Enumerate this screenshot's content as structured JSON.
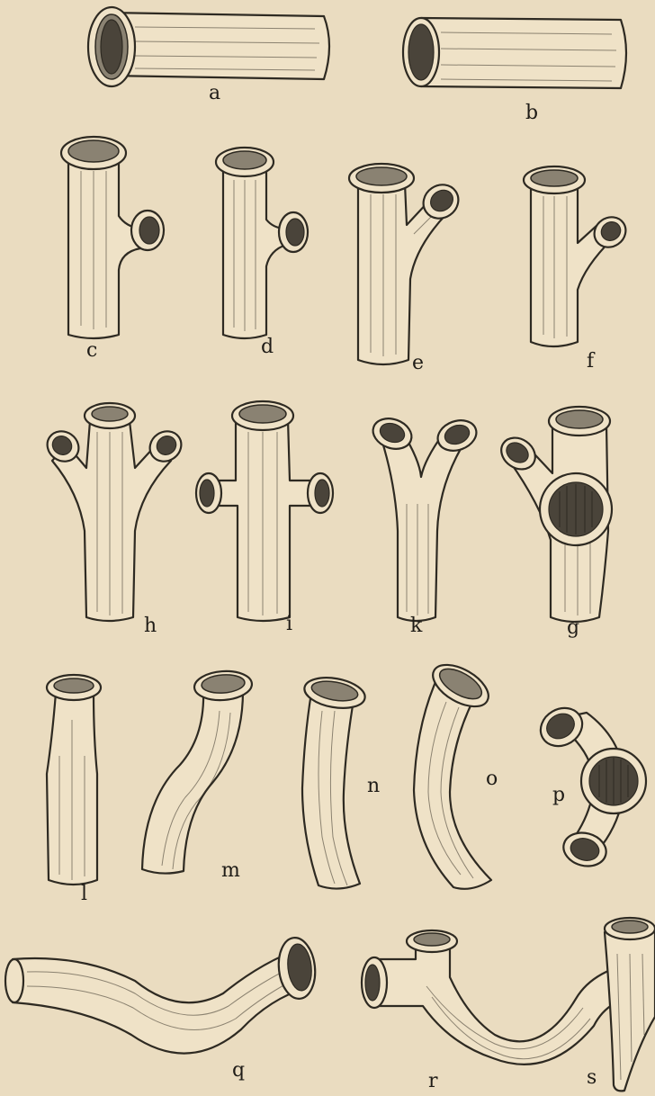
{
  "labels": {
    "a": "a",
    "b": "b",
    "c": "c",
    "d": "d",
    "e": "e",
    "f": "f",
    "h": "h",
    "i": "i",
    "k": "k",
    "g": "g",
    "l": "l",
    "m": "m",
    "n": "n",
    "o": "o",
    "p": "p",
    "q": "q",
    "r": "r",
    "s": "s"
  },
  "colors": {
    "paper": "#eadcc0",
    "ink": "#2e2a22",
    "pipe_fill": "#efe2c7"
  }
}
